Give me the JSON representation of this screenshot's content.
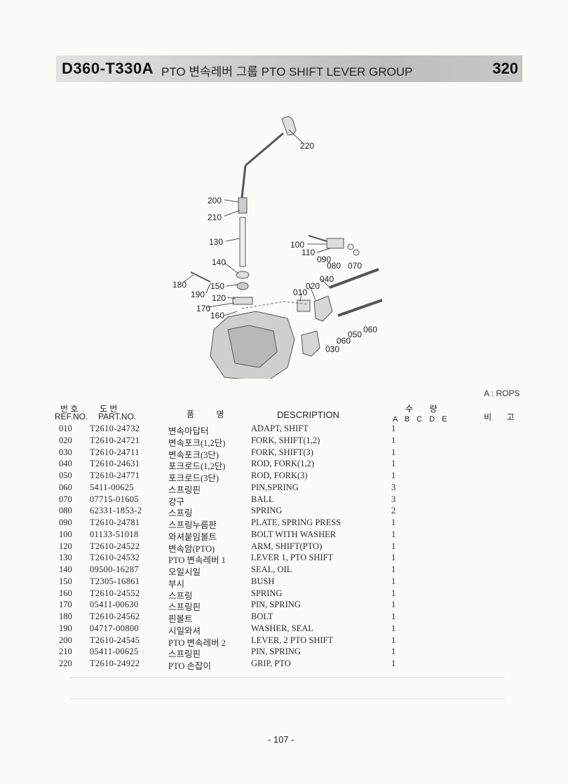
{
  "header": {
    "model": "D360-T330A",
    "title": "PTO 변속레버 그룹  PTO SHIFT LEVER GROUP",
    "page_code": "320"
  },
  "diagram": {
    "callouts": [
      "220",
      "200",
      "210",
      "130",
      "140",
      "180",
      "150",
      "190",
      "120",
      "170",
      "160",
      "100",
      "110",
      "090",
      "080",
      "070",
      "040",
      "020",
      "010",
      "050",
      "060",
      "060",
      "030"
    ]
  },
  "legend_note": "A : ROPS",
  "table": {
    "headers": {
      "num_kor": "번 호",
      "part_kor": "도    번",
      "ref_no": "REF.NO.",
      "part_no": "PART.NO.",
      "name_kor": "품 명",
      "description": "DESCRIPTION",
      "qty_kor": "수 량",
      "qty_cols": "A B C D E",
      "remark_kor": "비 고"
    },
    "rows": [
      {
        "ref": "010",
        "part": "T2610-24732",
        "name": "변속아답터",
        "desc": "ADAPT, SHIFT",
        "qty": "1"
      },
      {
        "ref": "020",
        "part": "T2610-24721",
        "name": "변속포크(1,2단)",
        "desc": "FORK, SHIFT(1,2)",
        "qty": "1"
      },
      {
        "ref": "030",
        "part": "T2610-24711",
        "name": "변속포크(3단)",
        "desc": "FORK, SHIFT(3)",
        "qty": "1"
      },
      {
        "ref": "040",
        "part": "T2610-24631",
        "name": "포크로드(1,2단)",
        "desc": "ROD, FORK(1,2)",
        "qty": "1"
      },
      {
        "ref": "050",
        "part": "T2610-24771",
        "name": "포크로드(3단)",
        "desc": "ROD, FORK(3)",
        "qty": "1"
      },
      {
        "ref": "060",
        "part": "5411-00625",
        "name": "스프링핀",
        "desc": "PIN,SPRING",
        "qty": "3"
      },
      {
        "ref": "070",
        "part": "07715-01605",
        "name": "강구",
        "desc": "BALL",
        "qty": "3"
      },
      {
        "ref": "080",
        "part": "62331-1853-2",
        "name": "스프링",
        "desc": "SPRING",
        "qty": "2"
      },
      {
        "ref": "090",
        "part": "T2610-24781",
        "name": "스프링누름판",
        "desc": "PLATE, SPRING PRESS",
        "qty": "1"
      },
      {
        "ref": "100",
        "part": "01133-51018",
        "name": "와셔붙임볼트",
        "desc": "BOLT WITH WASHER",
        "qty": "1"
      },
      {
        "ref": "120",
        "part": "T2610-24522",
        "name": "변속암(PTO)",
        "desc": "ARM, SHIFT(PTO)",
        "qty": "1"
      },
      {
        "ref": "130",
        "part": "T2610-24532",
        "name": "PTO 변속레버 1",
        "desc": "LEVER 1, PTO SHIFT",
        "qty": "1"
      },
      {
        "ref": "140",
        "part": "09500-16287",
        "name": "오일시일",
        "desc": "SEAL, OIL",
        "qty": "1"
      },
      {
        "ref": "150",
        "part": "T2305-16861",
        "name": "부시",
        "desc": "BUSH",
        "qty": "1"
      },
      {
        "ref": "160",
        "part": "T2610-24552",
        "name": "스프링",
        "desc": "SPRING",
        "qty": "1"
      },
      {
        "ref": "170",
        "part": "05411-00630",
        "name": "스프링핀",
        "desc": "PIN, SPRING",
        "qty": "1"
      },
      {
        "ref": "180",
        "part": "T2610-24562",
        "name": "핀볼트",
        "desc": "BOLT",
        "qty": "1"
      },
      {
        "ref": "190",
        "part": "04717-00800",
        "name": "시일와셔",
        "desc": "WASHER, SEAL",
        "qty": "1"
      },
      {
        "ref": "200",
        "part": "T2610-24545",
        "name": "PTO 변속레버 2",
        "desc": "LEVER, 2 PTO SHIFT",
        "qty": "1"
      },
      {
        "ref": "210",
        "part": "05411-00625",
        "name": "스프링핀",
        "desc": "PIN, SPRING",
        "qty": "1"
      },
      {
        "ref": "220",
        "part": "T2610-24922",
        "name": "PTO 손잡이",
        "desc": "GRIP, PTO",
        "qty": "1"
      }
    ]
  },
  "footer": {
    "page_number": "- 107 -"
  }
}
